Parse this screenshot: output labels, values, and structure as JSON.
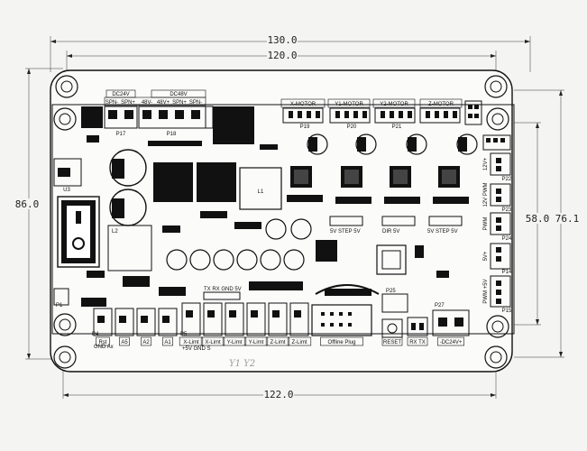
{
  "dimensions": {
    "top_130": "130.0",
    "top_120": "120.0",
    "bottom_122": "122.0",
    "left_86": "86.0",
    "right_58": "58.0",
    "right_76": "76.1"
  },
  "power_headers": {
    "dc24v": "DC24V",
    "dc48v": "DC48V",
    "spn_minus_a": "SPN-",
    "spn_plus_a": "SPN+",
    "v48_minus": "48V-",
    "v48_plus": "48V+",
    "spn_plus_b": "SPN+",
    "spn_minus_b": "SPN-"
  },
  "motors": {
    "x": "X-MOTOR",
    "y1": "Y1-MOTOR",
    "y2": "Y2-MOTOR",
    "z": "Z-MOTOR"
  },
  "refs": {
    "p17": "P17",
    "p18": "P18",
    "p19": "P19",
    "p20": "P20",
    "p21": "P21",
    "l1": "L1",
    "l2": "L2",
    "u3": "U3",
    "p4": "P4",
    "p5": "P5",
    "p22": "P22",
    "p23": "P23",
    "p24": "P24",
    "p14": "P14",
    "p15": "P15",
    "p25": "P25",
    "p27": "P27",
    "p1": "P1"
  },
  "signals": {
    "tx_rx_gnd": "TX RX GND 5V",
    "step_5v_a": "5V STEP 5V",
    "step_5v_b": "5V STEP 5V",
    "dir_a": "DIR 5V"
  },
  "side_labels": {
    "v12": "12V+",
    "v12pwm": "12V PWM",
    "pwm": "PWM",
    "v5": "5V+",
    "pwm2": "PWM +5V"
  },
  "bottom_labels": [
    {
      "id": "rst",
      "text": "Rst"
    },
    {
      "id": "a5",
      "text": "A5"
    },
    {
      "id": "a2",
      "text": "A2"
    },
    {
      "id": "a1",
      "text": "A1"
    },
    {
      "id": "xlim1",
      "text": "X-Limt"
    },
    {
      "id": "xlim2",
      "text": "X-Limt"
    },
    {
      "id": "ylim1",
      "text": "Y-Limt"
    },
    {
      "id": "ylim2",
      "text": "Y-Limt"
    },
    {
      "id": "zlim1",
      "text": "Z-Limt"
    },
    {
      "id": "zlim2",
      "text": "Z-Limt"
    },
    {
      "id": "offline",
      "text": "Offline Plug"
    },
    {
      "id": "reset",
      "text": "RESET"
    },
    {
      "id": "rxtx",
      "text": "RX TX"
    },
    {
      "id": "dc24",
      "text": "-DC24V+"
    }
  ],
  "small_labels": {
    "gnd_ax": "GND Ax",
    "v5gnd": "+5V GND S",
    "pwr_rx": "RX"
  },
  "handwriting": "Y1 Y2"
}
